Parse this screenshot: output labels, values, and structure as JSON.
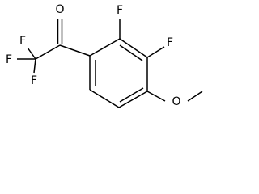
{
  "molecule": {
    "atoms": {
      "carbonyl_oxygen": "O",
      "fluorine_cf3_left": "F",
      "fluorine_cf3_top": "F",
      "fluorine_cf3_bottom": "F",
      "fluorine_ring_2": "F",
      "fluorine_ring_3": "F",
      "methoxy_oxygen": "O"
    }
  },
  "colors": {
    "bond": "#000000",
    "label": "#000000",
    "background": "#ffffff"
  }
}
